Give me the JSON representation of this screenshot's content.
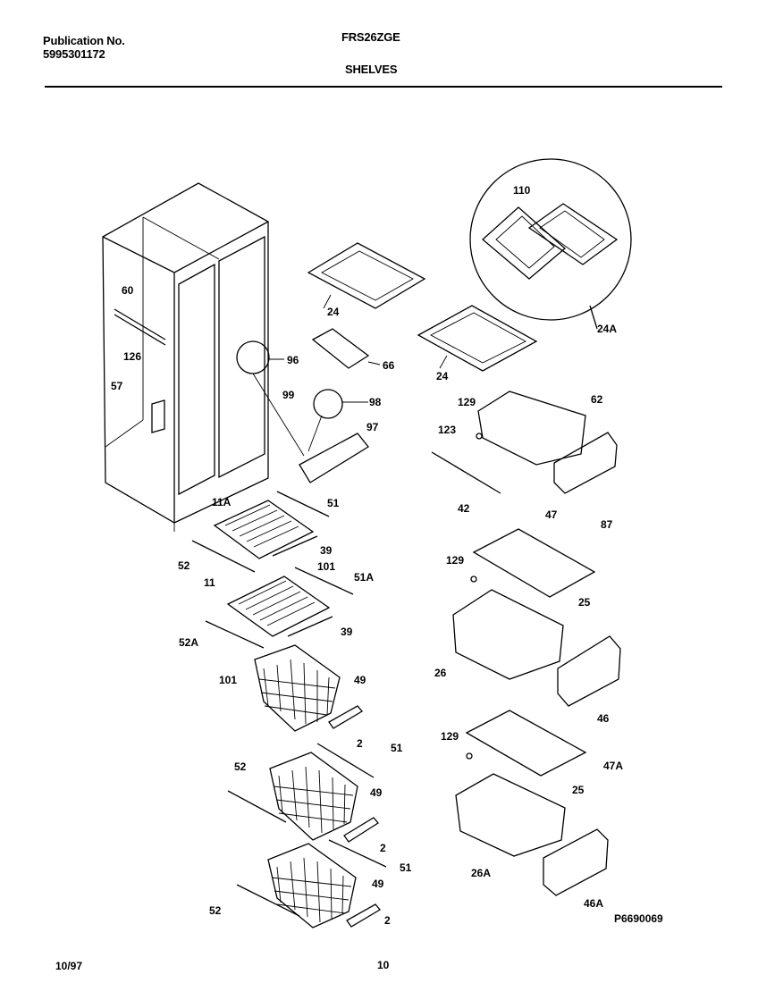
{
  "header": {
    "pub_label": "Publication No.",
    "pub_number": "5995301172",
    "model": "FRS26ZGE",
    "section": "SHELVES"
  },
  "footer": {
    "date": "10/97",
    "page": "10",
    "drawing_id": "P6690069"
  },
  "callouts": [
    "110",
    "24A",
    "24",
    "24",
    "60",
    "126",
    "96",
    "66",
    "57",
    "99",
    "98",
    "97",
    "129",
    "62",
    "123",
    "42",
    "87",
    "11A",
    "51",
    "39",
    "52",
    "101",
    "51A",
    "11",
    "39",
    "52A",
    "101",
    "49",
    "2",
    "51",
    "52",
    "49",
    "2",
    "51",
    "49",
    "52",
    "2",
    "47",
    "129",
    "25",
    "26",
    "46",
    "129",
    "47A",
    "25",
    "26A",
    "46A"
  ]
}
